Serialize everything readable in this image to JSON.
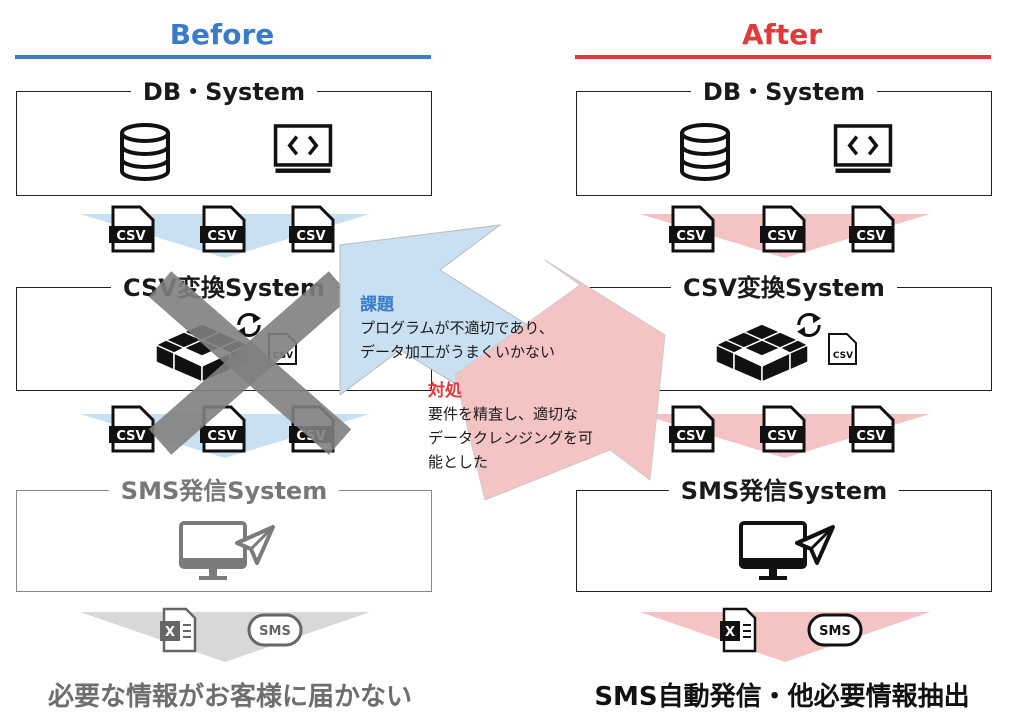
{
  "before": {
    "title": "Before",
    "db_panel_title": "DB・System",
    "csv_panel_title": "CSV変換System",
    "sms_panel_title": "SMS発信System",
    "result": "必要な情報がお客様に届かない",
    "accent": "#3a7cc9",
    "arrow_fill": "#c9dff2"
  },
  "after": {
    "title": "After",
    "db_panel_title": "DB・System",
    "csv_panel_title": "CSV変換System",
    "sms_panel_title": "SMS発信System",
    "result": "SMS自動発信・他必要情報抽出",
    "accent": "#e03a3a",
    "arrow_fill": "#f4c3c3"
  },
  "icons": {
    "csv_label": "CSV",
    "sms_label": "SMS",
    "excel_label": "X"
  },
  "notes": {
    "issue_heading": "課題",
    "issue_body": [
      "プログラムが不適切であり、",
      "データ加工がうまくいかない"
    ],
    "fix_heading": "対処",
    "fix_body": [
      "要件を精査し、適切な",
      "データクレンジングを可",
      "能とした"
    ]
  }
}
